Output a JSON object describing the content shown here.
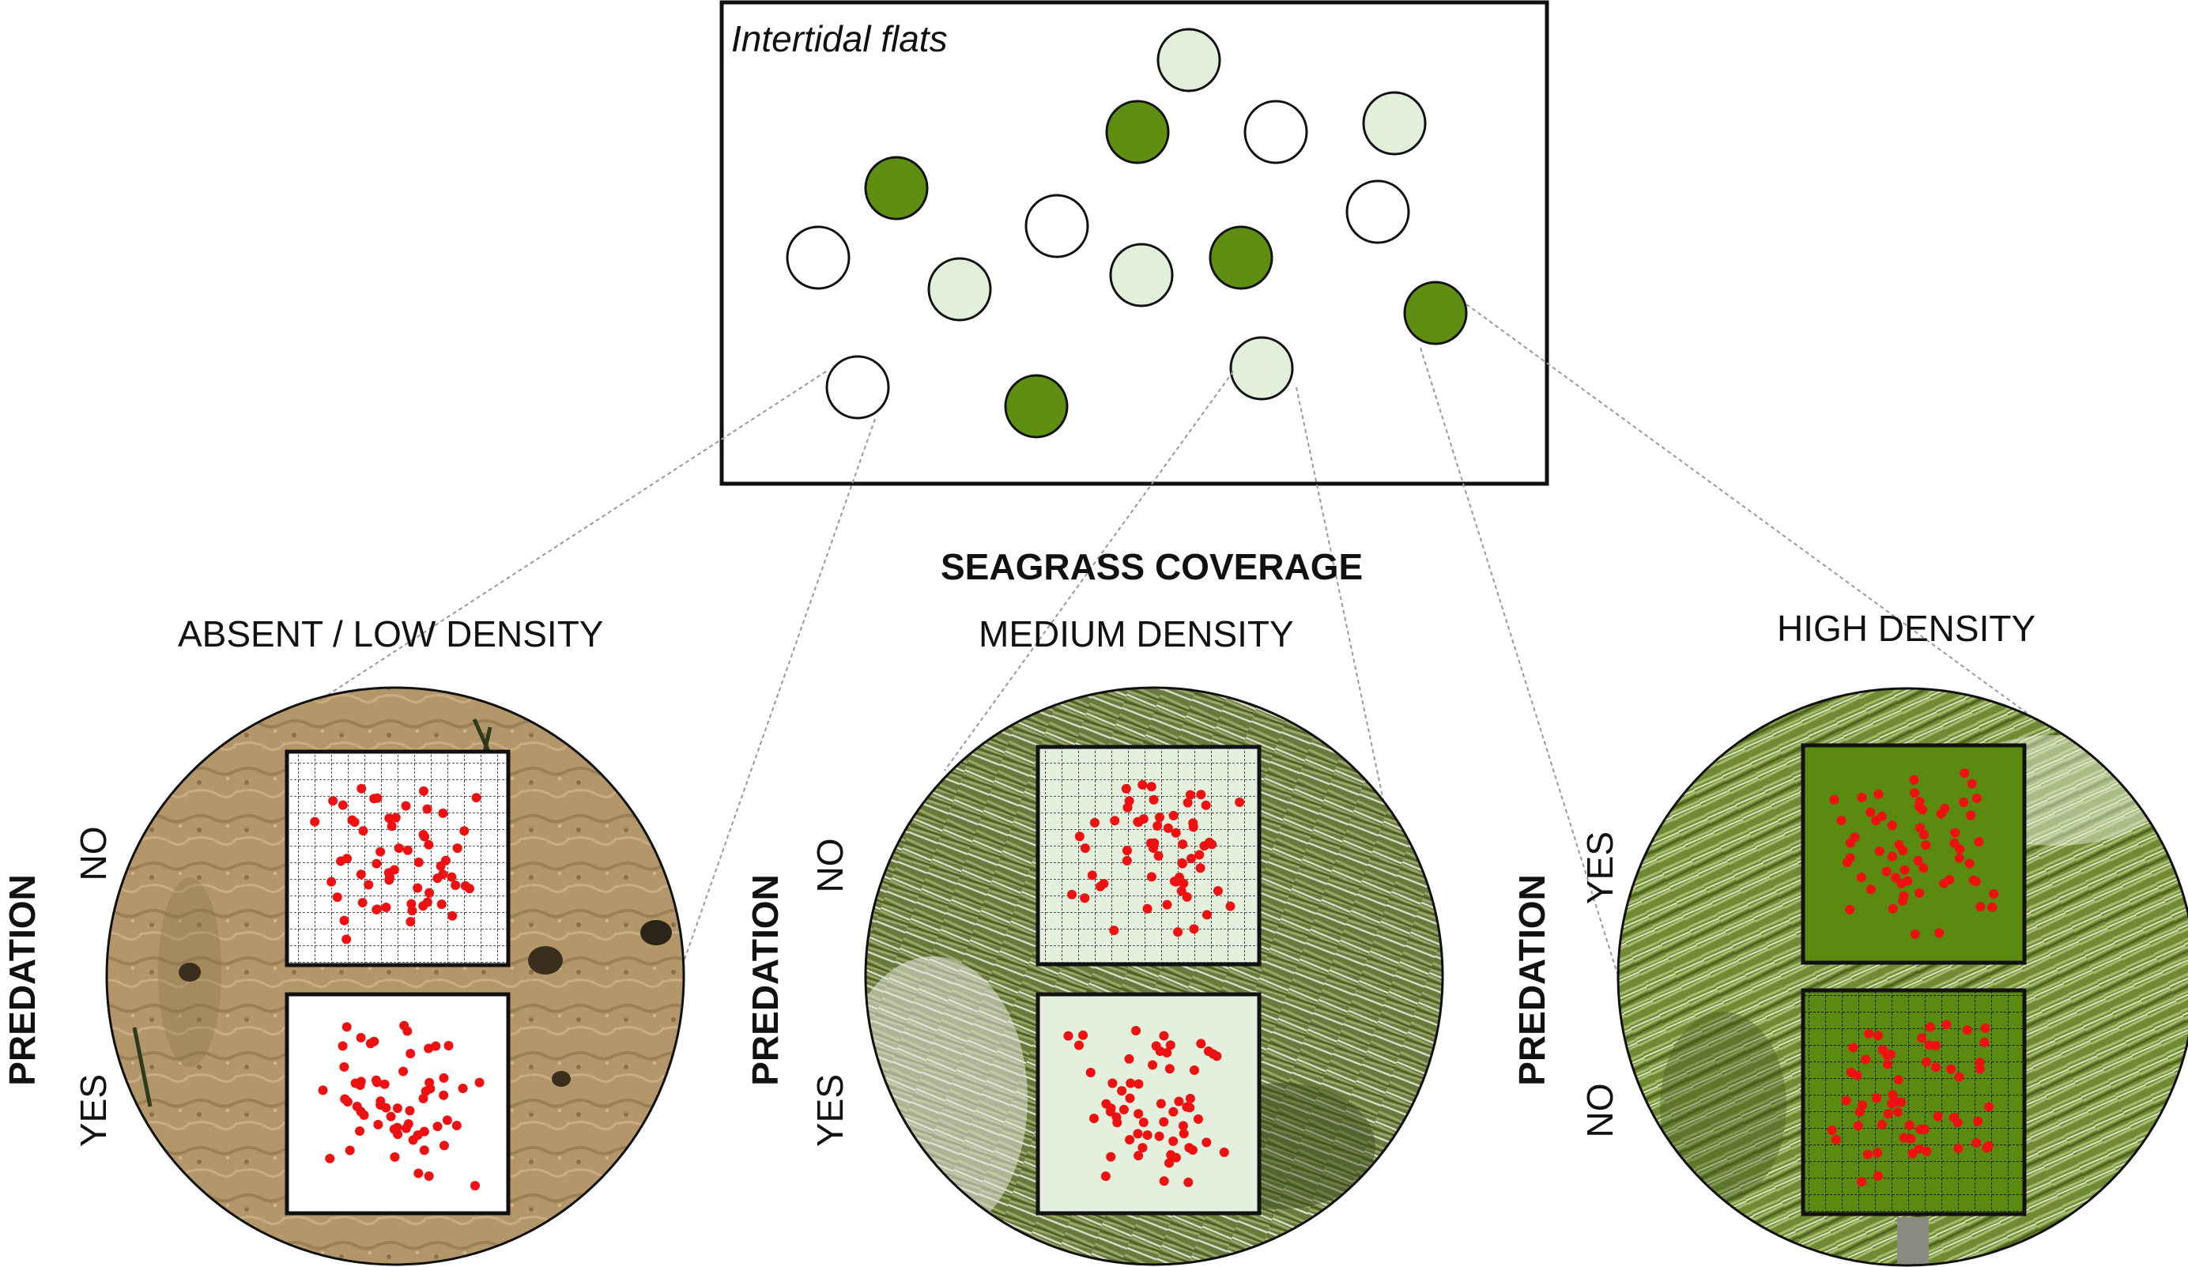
{
  "title": "Intertidal flats",
  "coverage_heading": "SEAGRASS COVERAGE",
  "panels": [
    {
      "density_label": "ABSENT / LOW DENSITY",
      "axis_label": "PREDATION",
      "top_label": "NO",
      "bottom_label": "YES",
      "plot_color": "#ffffff",
      "ground": "sand"
    },
    {
      "density_label": "MEDIUM DENSITY",
      "axis_label": "PREDATION",
      "top_label": "NO",
      "bottom_label": "YES",
      "plot_color": "#e4efdd",
      "ground": "seagrass-medium"
    },
    {
      "density_label": "HIGH DENSITY",
      "axis_label": "PREDATION",
      "top_label": "YES",
      "bottom_label": "NO",
      "plot_color": "#5a8a10",
      "ground": "seagrass-high"
    }
  ],
  "colors": {
    "absent": "#ffffff",
    "medium": "#e1efdb",
    "high": "#5f8f12",
    "dots": "#ee1111",
    "leader_lines": "#999999"
  },
  "symbols": {
    "grid_marker": "cage (grid)",
    "dot_marker": "prey item"
  }
}
